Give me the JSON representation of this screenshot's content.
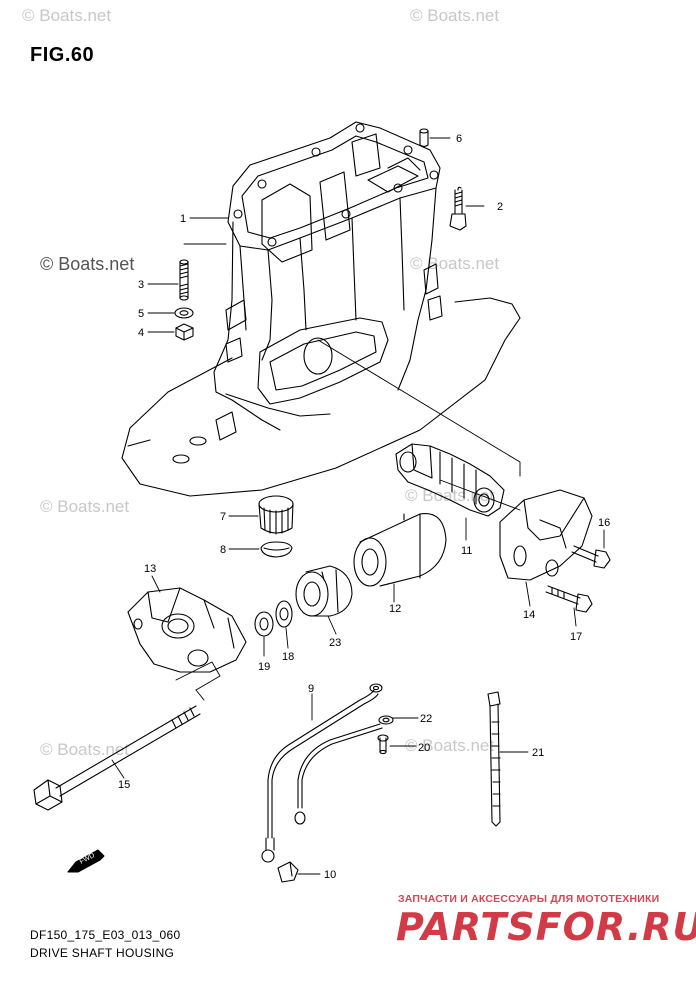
{
  "figure": {
    "title": "FIG.60",
    "code": "DF150_175_E03_013_060",
    "name": "DRIVE SHAFT HOUSING"
  },
  "watermarks": [
    "© Boats.net",
    "© Boats.net",
    "© Boats.net",
    "© Boats.net",
    "© Boats.net",
    "© Boats.net",
    "© Boats.net",
    "© Boats.net"
  ],
  "fwd_label": "FWD",
  "brand": {
    "tagline": "ЗАПЧАСТИ И АКСЕССУАРЫ ДЛЯ МОТОТЕХНИКИ",
    "logo": "PARTSFOR.RU"
  },
  "parts": [
    "1",
    "2",
    "3",
    "4",
    "5",
    "6",
    "7",
    "8",
    "9",
    "10",
    "11",
    "12",
    "13",
    "14",
    "15",
    "16",
    "17",
    "18",
    "19",
    "20",
    "21",
    "22",
    "23"
  ],
  "colors": {
    "line": "#000000",
    "watermark": "#c8c8c8",
    "brand": "#d23a45"
  }
}
